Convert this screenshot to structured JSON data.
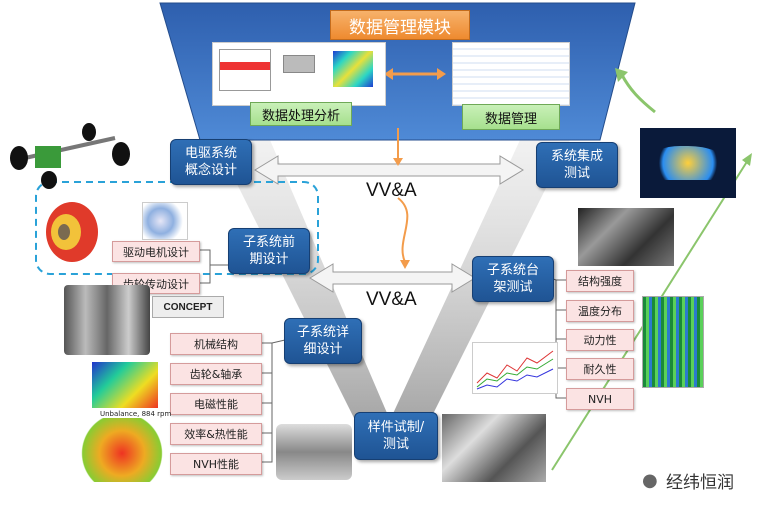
{
  "top": {
    "title": "数据管理模块",
    "data_processing": "数据处理分析",
    "data_management": "数据管理"
  },
  "left_boxes": {
    "concept": "电驱系统\n概念设计",
    "early": "子系统前\n期设计",
    "detail": "子系统详\n细设计"
  },
  "right_boxes": {
    "integration": "系统集成\n测试",
    "bench": "子系统台\n架测试"
  },
  "bottom_box": "样件试制/\n测试",
  "vva_labels": [
    "VV&A",
    "VV&A"
  ],
  "early_items": [
    "驱动电机设计",
    "齿轮传动设计"
  ],
  "detail_items": [
    "机械结构",
    "齿轮&轴承",
    "电磁性能",
    "效率&热性能",
    "NVH性能"
  ],
  "bench_items": [
    "结构强度",
    "温度分布",
    "动力性",
    "耐久性",
    "NVH"
  ],
  "logo_text": "CONCEPT",
  "contour_caption": "Unbalance, 884 rpm",
  "watermark": "经纬恒润",
  "icons": [
    "wechat-icon"
  ],
  "colors": {
    "funnel": "#3a71c1",
    "box": "#2a63a9",
    "title_orange": "#f39c4b",
    "pink": "#fbe3e3",
    "green": "#b7e8a3"
  }
}
